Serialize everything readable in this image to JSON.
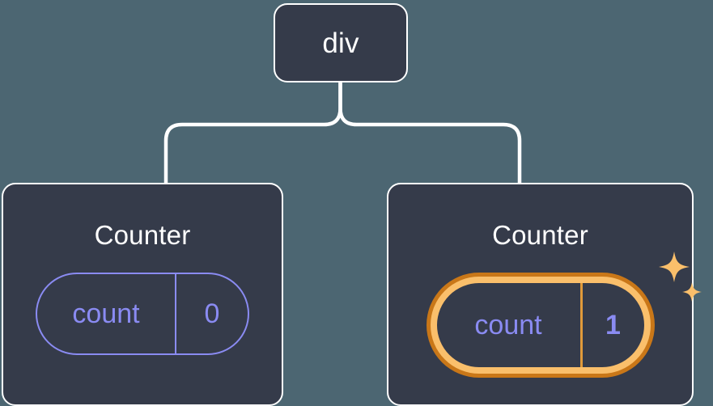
{
  "diagram": {
    "title": "react-component-tree",
    "type": "component-tree",
    "colors": {
      "background": "#4c6672",
      "card_fill": "#353b4a",
      "card_border": "#ffffff",
      "edge": "#ffffff",
      "state_accent": "#8a8bf2",
      "highlight_outer": "#c97718",
      "highlight_inner": "#fabf6b",
      "sparkle": "#fabf6b"
    },
    "root": {
      "label": "div"
    },
    "children": [
      {
        "label": "Counter",
        "state": {
          "key": "count",
          "value": "0"
        },
        "highlighted": false,
        "sparkle": false
      },
      {
        "label": "Counter",
        "state": {
          "key": "count",
          "value": "1"
        },
        "highlighted": true,
        "sparkle": true
      }
    ],
    "icons": {
      "sparkle_large": "sparkle-icon",
      "sparkle_small": "sparkle-icon"
    }
  }
}
